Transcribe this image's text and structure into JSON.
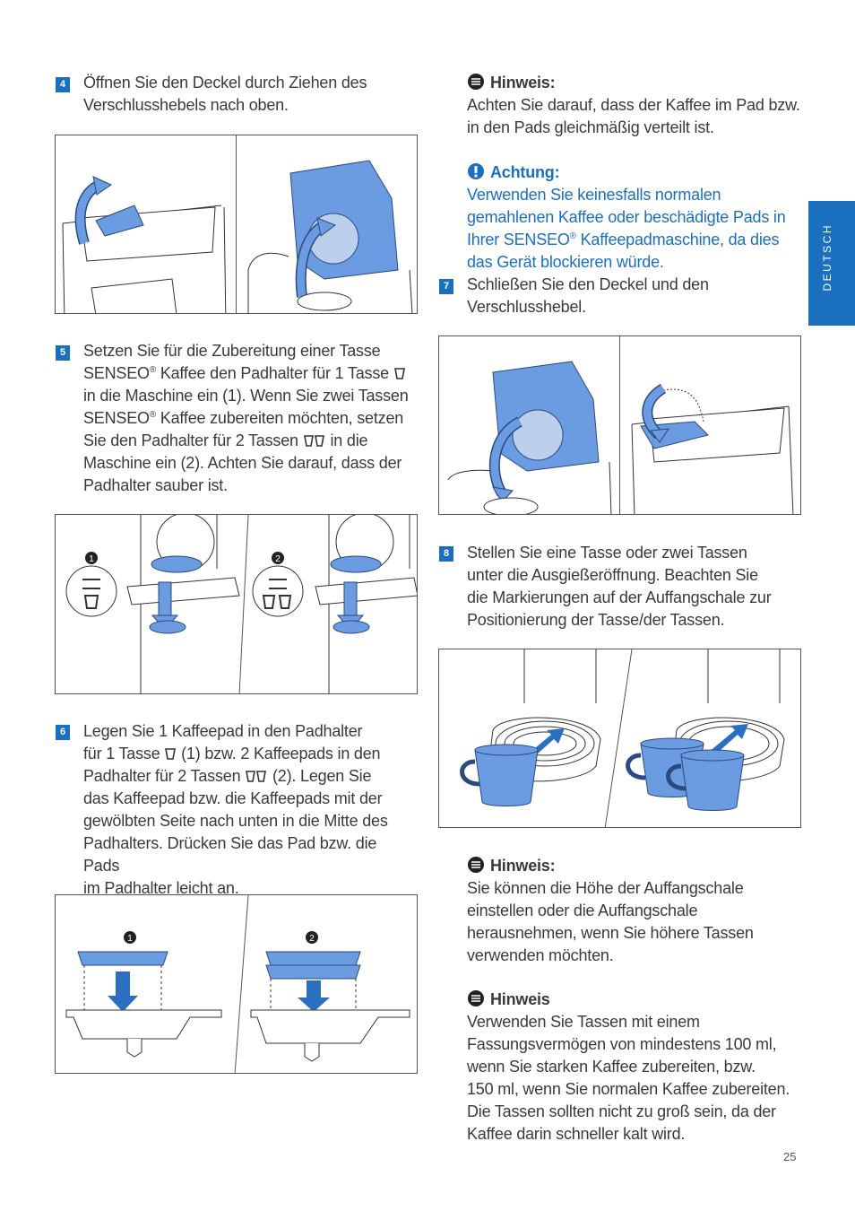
{
  "side_tab": "DEUTSCH",
  "page_number": "25",
  "steps": {
    "s4": {
      "num": "4",
      "line1": "Öffnen Sie den Deckel durch Ziehen des",
      "line2": "Verschlusshebels nach oben."
    },
    "s5": {
      "num": "5",
      "l1": "Setzen Sie für die Zubereitung einer Tasse",
      "l2a": "SENSEO",
      "l2b": "Kaffee den Padhalter für 1 Tasse",
      "l3": "in die Maschine ein (1). Wenn Sie zwei Tassen",
      "l4a": "SENSEO",
      "l4b": "Kaffee zubereiten möchten, setzen",
      "l5a": "Sie den Padhalter für 2 Tassen",
      "l5b": "in die",
      "l6": "Maschine ein (2). Achten Sie darauf, dass der",
      "l7": "Padhalter sauber ist."
    },
    "s6": {
      "num": "6",
      "l1": "Legen Sie 1 Kaffeepad in den Padhalter",
      "l2a": "für 1 Tasse",
      "l2b": "(1) bzw. 2 Kaffeepads in den",
      "l3a": "Padhalter für 2 Tassen",
      "l3b": "(2). Legen Sie",
      "l4": "das Kaffeepad bzw. die Kaffeepads mit der",
      "l5": "gewölbten Seite nach unten in die Mitte des",
      "l6": "Padhalters. Drücken Sie das Pad bzw. die Pads",
      "l7": "im Padhalter leicht an."
    },
    "s7": {
      "num": "7",
      "line1": "Schließen Sie den Deckel und den",
      "line2": "Verschlusshebel."
    },
    "s8": {
      "num": "8",
      "l1": "Stellen Sie eine Tasse oder zwei Tassen",
      "l2": "unter die Ausgießeröffnung. Beachten Sie",
      "l3": "die Markierungen auf der Auffangschale zur",
      "l4": "Positionierung der Tasse/der Tassen."
    }
  },
  "registered": "®",
  "labels": {
    "one": "1",
    "two": "2"
  },
  "notes": {
    "n1": {
      "title": "Hinweis:",
      "l1": "Achten Sie darauf, dass der Kaffee im Pad bzw.",
      "l2": "in den Pads gleichmäßig verteilt ist."
    },
    "warning": {
      "title": "Achtung:",
      "l1": "Verwenden Sie keinesfalls normalen",
      "l2": "gemahlenen Kaffee oder beschädigte Pads in",
      "l3a": "Ihrer SENSEO",
      "l3b": "Kaffeepadmaschine, da dies",
      "l4": "das Gerät blockieren würde."
    },
    "n2": {
      "title": "Hinweis:",
      "l1": "Sie können die Höhe der Auffangschale",
      "l2": "einstellen oder die Auffangschale",
      "l3": "herausnehmen, wenn Sie höhere Tassen",
      "l4": "verwenden möchten."
    },
    "n3": {
      "title": "Hinweis",
      "l1": "Verwenden Sie Tassen mit einem",
      "l2": "Fassungsvermögen von mindestens 100 ml,",
      "l3": "wenn Sie starken Kaffee zubereiten, bzw.",
      "l4": "150 ml, wenn Sie normalen Kaffee zubereiten.",
      "l5": "Die Tassen sollten nicht zu groß sein, da der",
      "l6": "Kaffee darin schneller kalt wird."
    }
  },
  "colors": {
    "accent": "#1a6fbf",
    "illustration_blue": "#6b9be0"
  }
}
